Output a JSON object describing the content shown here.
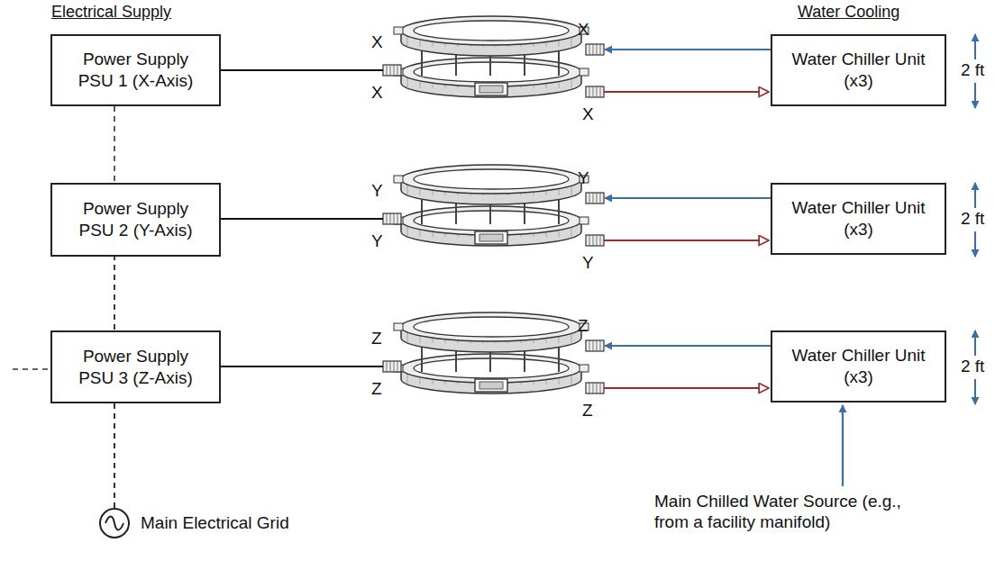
{
  "diagram": {
    "nodes": [
      {
        "text": [
          "Power Supply PSU 1 (X-Axis)"
        ]
      },
      {
        "text": [
          "Power Supply PSU 2 (Y-Axis)"
        ]
      },
      {
        "text": [
          "Power Supply PSU 3 (Z-Axis)"
        ]
      },
      {
        "text": [
          "Main Electrical Grid"
        ]
      },
      {
        "text": [
          "Water Chiller Unit (x3)"
        ]
      },
      {
        "text": [
          "Water Chiller Unit (x3)"
        ]
      },
      {
        "text": [
          "Water Chiller Unit (x3)"
        ]
      }
    ],
    "edges": [
      {
        "from": 3,
        "to": 0,
        "arrow": "none"
      },
      {
        "from": 3,
        "to": 1,
        "arrow": "none"
      },
      {
        "from": 3,
        "to": 2,
        "arrow": "none"
      }
    ],
    "labels": [
      "Electrical Supply",
      "Water Cooling",
      "X",
      "X",
      "X",
      "X",
      "Y",
      "Y",
      "Y",
      "Y",
      "Z",
      "Z",
      "Z",
      "Z",
      "2 ft",
      "2 ft",
      "2 ft",
      "Main Chilled Water Source (e.g., from a facility manifold)"
    ]
  }
}
